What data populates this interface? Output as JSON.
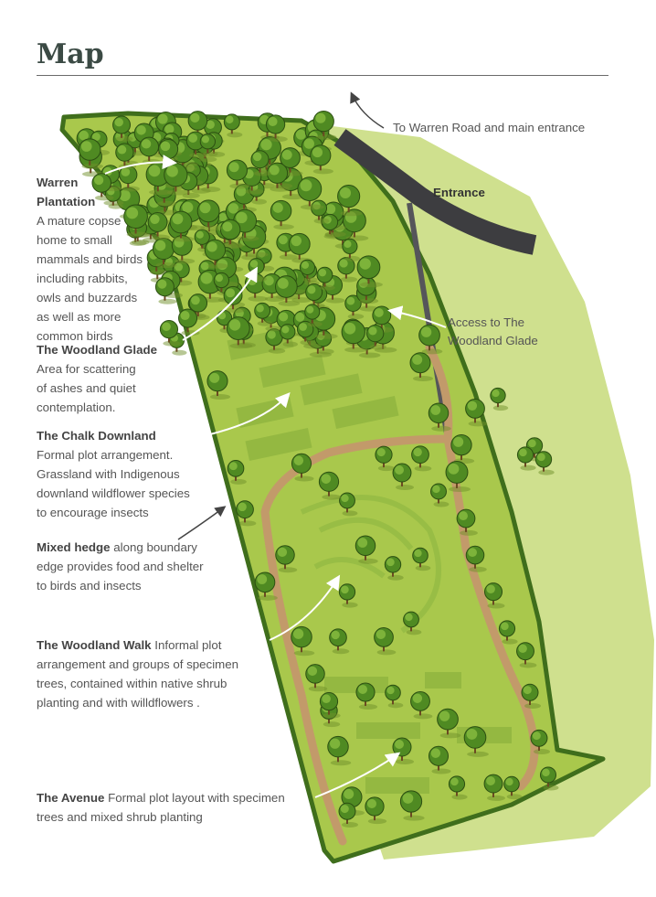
{
  "title": "Map",
  "callouts": {
    "warren_road": "To Warren Road and main entrance",
    "entrance": "Entrance",
    "access_line1": "Access to The",
    "access_line2": "Woodland Glade"
  },
  "areas": [
    {
      "name": "Warren Plantation",
      "name_line1": "Warren",
      "name_line2": "Plantation",
      "lines": [
        "A mature copse",
        "home to small",
        "mammals and birds",
        "including rabbits,",
        "owls and buzzards",
        "as well as more",
        "common birds"
      ]
    },
    {
      "name": "The Woodland Glade",
      "lines": [
        "Area for scattering",
        "of ashes and quiet",
        "contemplation."
      ]
    },
    {
      "name": "The Chalk Downland",
      "lines": [
        "Formal plot arrangement.",
        "Grassland with Indigenous",
        "downland wildflower species",
        "to encourage insects"
      ]
    },
    {
      "name": "Mixed hedge",
      "lead": " along boundary",
      "lines": [
        "edge provides food and shelter",
        "to birds and insects"
      ]
    },
    {
      "name": "The Woodland Walk",
      "lead": " Informal plot",
      "lines": [
        "arrangement and groups of specimen",
        "trees, contained within native shrub",
        "planting and with willdflowers ."
      ]
    },
    {
      "name": "The Avenue",
      "lead": " Formal plot layout with specimen",
      "lines": [
        "trees and mixed shrub planting"
      ]
    }
  ],
  "colors": {
    "title": "#3b4a44",
    "plot": "#a9c84c",
    "outer": "#cfe08e",
    "road": "#3d3d40",
    "path": "#c29a6a",
    "tree": "#4f8a22"
  }
}
